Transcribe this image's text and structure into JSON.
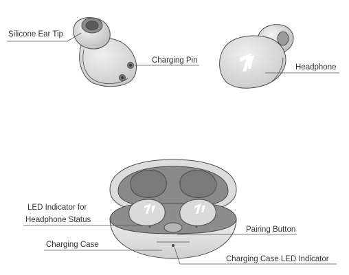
{
  "labels": {
    "silicone_ear_tip": "Silicone Ear Tip",
    "charging_pin": "Charging Pin",
    "headphone": "Headphone",
    "led_indicator_line1": "LED Indicator for",
    "led_indicator_line2": "Headphone Status",
    "pairing_button": "Pairing Button",
    "charging_case": "Charging Case",
    "charging_case_led": "Charging Case LED Indicator"
  },
  "colors": {
    "outline": "#4a4a4a",
    "shell": "#e6e6e6",
    "case_inside": "#8a8a8a",
    "earbud_face": "#d9d9d9",
    "text": "#333333"
  },
  "logo_text": "1"
}
